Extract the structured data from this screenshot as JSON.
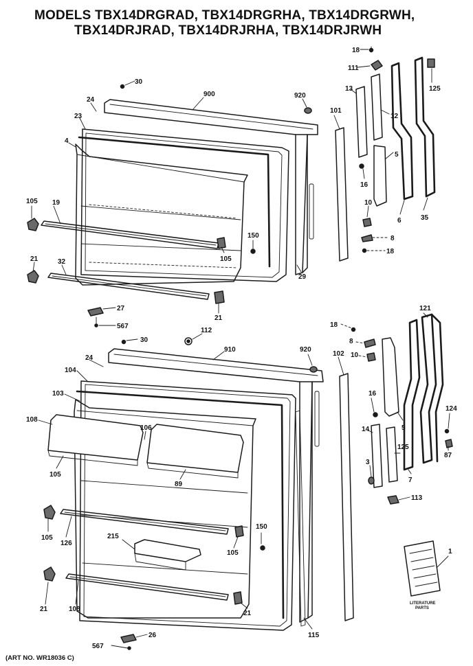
{
  "title": {
    "line1": "MODELS TBX14DRGRAD, TBX14DRGRHA, TBX14DRGRWH,",
    "line2": "TBX14DRJRAD, TBX14DRJRHA, TBX14DRJRWH"
  },
  "parts": {
    "p1": "1",
    "p3": "3",
    "p4": "4",
    "p5": "5",
    "p6": "6",
    "p7": "7",
    "p8": "8",
    "p10": "10",
    "p12": "12",
    "p13": "13",
    "p14": "14",
    "p16": "16",
    "p18": "18",
    "p19": "19",
    "p21": "21",
    "p23": "23",
    "p24": "24",
    "p26": "26",
    "p27": "27",
    "p29": "29",
    "p30": "30",
    "p32": "32",
    "p35": "35",
    "p87": "87",
    "p89": "89",
    "p101": "101",
    "p102": "102",
    "p103": "103",
    "p104": "104",
    "p105": "105",
    "p106": "106",
    "p108": "108",
    "p111": "111",
    "p112": "112",
    "p113": "113",
    "p115": "115",
    "p121": "121",
    "p124": "124",
    "p125": "125",
    "p126": "126",
    "p150": "150",
    "p215": "215",
    "p567": "567",
    "p900": "900",
    "p910": "910",
    "p920": "920"
  },
  "literature_label": "LITERATURE\nPARTS",
  "literature_line1": "LITERATURE",
  "literature_line2": "PARTS",
  "art_number": "(ART NO. WR18036 C)"
}
